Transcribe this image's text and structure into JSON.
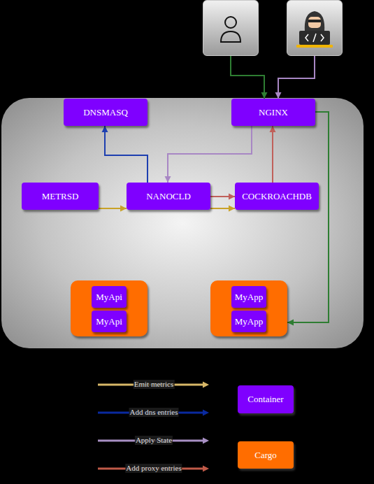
{
  "diagram": {
    "nodes": [
      {
        "text": []
      },
      {
        "text": []
      },
      {
        "text": [
          "DNSMASQ"
        ]
      },
      {
        "text": [
          "NGINX"
        ]
      },
      {
        "text": [
          "METRSD"
        ]
      },
      {
        "text": [
          "NANOCLD"
        ]
      },
      {
        "text": [
          "COCKROACHDB"
        ]
      },
      {
        "text": []
      },
      {
        "text": [
          "MyApi"
        ],
        "in": 7
      },
      {
        "text": [
          "MyApi"
        ],
        "in": 7
      },
      {
        "text": []
      },
      {
        "text": [
          "MyApp"
        ],
        "in": 10
      },
      {
        "text": [
          "MyApp"
        ],
        "in": 10
      }
    ],
    "edges": [
      {
        "from": 0,
        "to": 3,
        "arrow": "to"
      },
      {
        "from": 1,
        "to": 3,
        "arrow": "to"
      },
      {
        "from": 3,
        "to": 5,
        "arrow": "to"
      },
      {
        "from": 5,
        "to": 2,
        "arrow": "to"
      },
      {
        "from": 6,
        "to": 3,
        "arrow": "to"
      },
      {
        "from": 5,
        "to": 6,
        "arrow": "to"
      },
      {
        "from": 4,
        "to": 5,
        "arrow": "to"
      },
      {
        "from": 5,
        "to": 6,
        "arrow": "to"
      },
      {
        "from": 3,
        "to": 10,
        "arrow": "to"
      }
    ],
    "legend": [
      {
        "text": "Emit metrics"
      },
      {
        "text": "Add dns entries"
      },
      {
        "text": "Apply State"
      },
      {
        "text": "Add proxy entries"
      },
      {
        "text": "Container",
        "color": "#7f00ff"
      },
      {
        "text": "Cargo",
        "color": "#ff6d00"
      }
    ]
  }
}
